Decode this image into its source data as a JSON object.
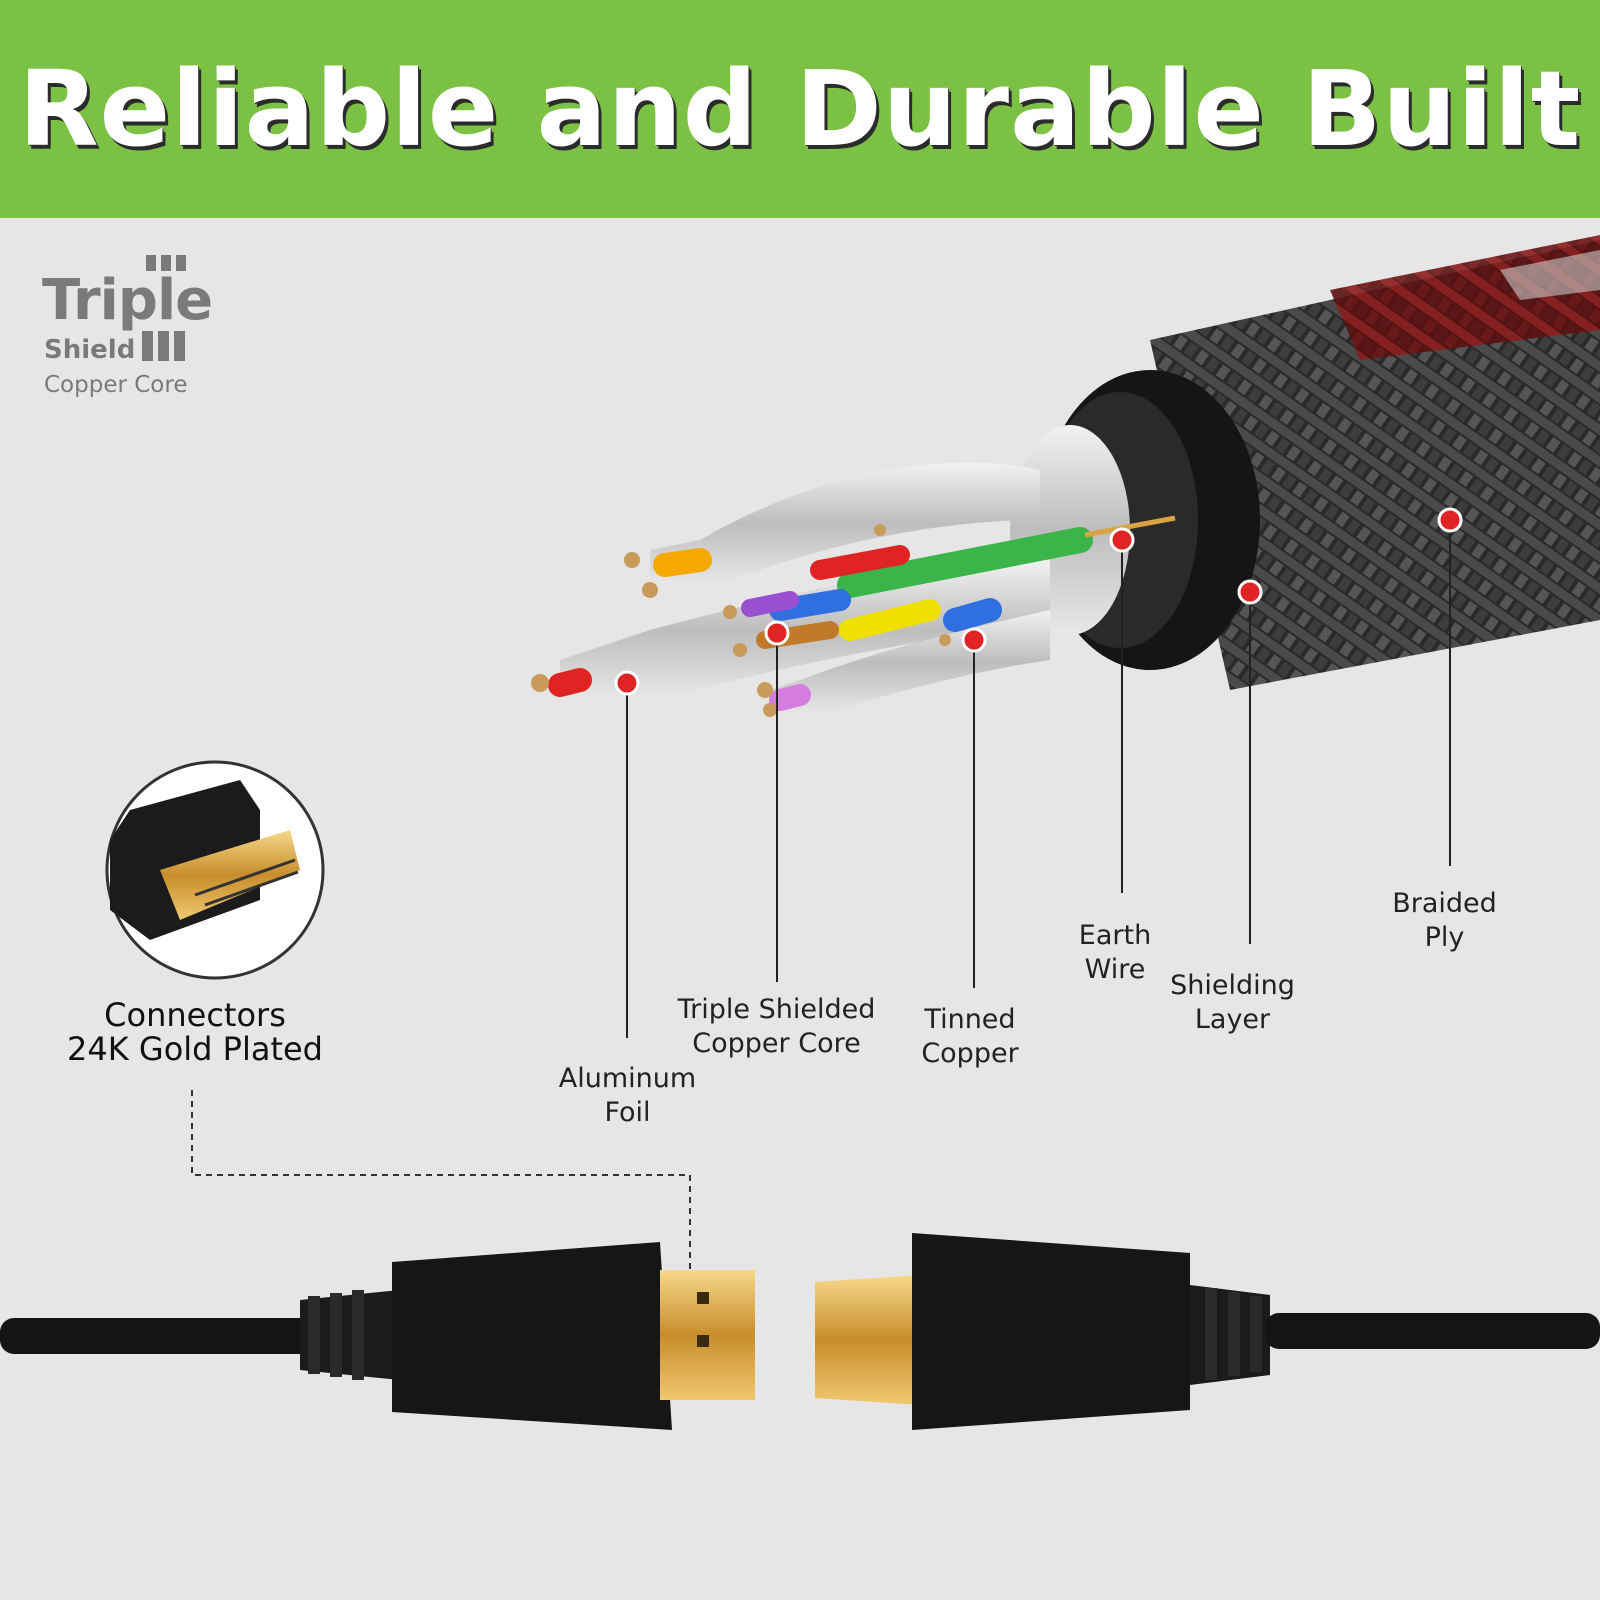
{
  "banner": {
    "title": "Reliable and Durable Built",
    "bg_color": "#7bc143"
  },
  "logo": {
    "word1": "Triple",
    "word2": "Shield",
    "word3": "Copper Core"
  },
  "callouts": [
    {
      "line1": "Aluminum",
      "line2": "Foil"
    },
    {
      "line1": "Triple Shielded",
      "line2": "Copper Core"
    },
    {
      "line1": "Tinned",
      "line2": "Copper"
    },
    {
      "line1": "Earth",
      "line2": "Wire"
    },
    {
      "line1": "Shielding",
      "line2": "Layer"
    },
    {
      "line1": "Braided",
      "line2": "Ply"
    }
  ],
  "connector": {
    "line1": "Connectors",
    "line2": "24K Gold Plated"
  },
  "colors": {
    "accent_red": "#e02424",
    "gold": "#d9a441",
    "cable_black": "#1a1a1a"
  }
}
